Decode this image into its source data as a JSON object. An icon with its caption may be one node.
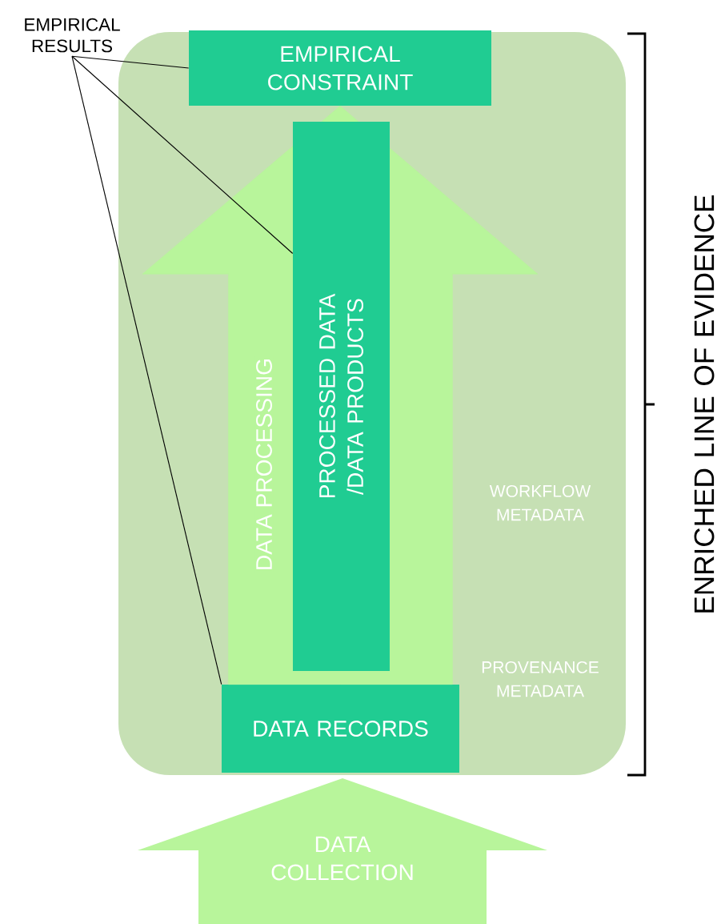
{
  "diagram": {
    "nodes": [
      {
        "text": [
          "EMPIRICAL RESULTS"
        ]
      },
      {
        "text": [],
        "shape": "box"
      },
      {
        "text": [
          "EMPIRICAL CONSTRAINT"
        ],
        "in": 1
      },
      {
        "text": [
          "PROCESSED DATA /DATA PRODUCTS"
        ],
        "in": 1
      },
      {
        "text": [
          "DATA RECORDS"
        ],
        "in": 1
      },
      {
        "text": [
          "DATA COLLECTION"
        ]
      }
    ],
    "edges": [
      {
        "from": 4,
        "to": 2,
        "arrow": "to",
        "label": "DATA PROCESSING",
        "style": "thick",
        "color": "#b8f59b"
      },
      {
        "from": 0,
        "to": 2,
        "arrow": "none"
      },
      {
        "from": 0,
        "to": 3,
        "arrow": "none"
      },
      {
        "from": 0,
        "to": 4,
        "arrow": "none"
      }
    ],
    "labels": [
      "WORKFLOW METADATA",
      "PROVENANCE METADATA",
      "ENRICHED LINE OF EVIDENCE"
    ]
  }
}
